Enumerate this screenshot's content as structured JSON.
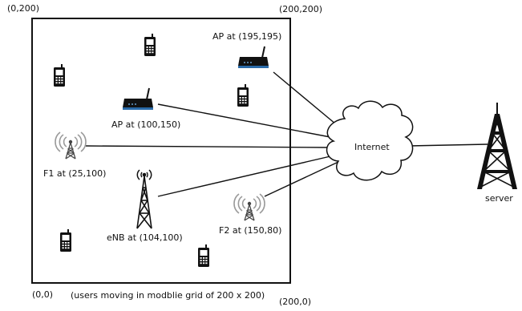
{
  "corners": {
    "top_left": "(0,200)",
    "top_right": "(200,200)",
    "bottom_left": "(0,0)",
    "bottom_right": "(200,0)"
  },
  "caption": "(users moving in modblie grid of 200 x 200)",
  "nodes": {
    "ap_top": "AP at (195,195)",
    "ap_mid": "AP at (100,150)",
    "femto_1": "F1 at (25,100)",
    "femto_2": "F2 at (150,80)",
    "enb": "eNB at (104,100)",
    "internet": "Internet",
    "server": "server"
  },
  "icons": [
    "mobile-phone-icon",
    "wifi-router-icon",
    "femtocell-antenna-icon",
    "cell-tower-icon",
    "cloud-icon",
    "transmission-tower-icon"
  ]
}
